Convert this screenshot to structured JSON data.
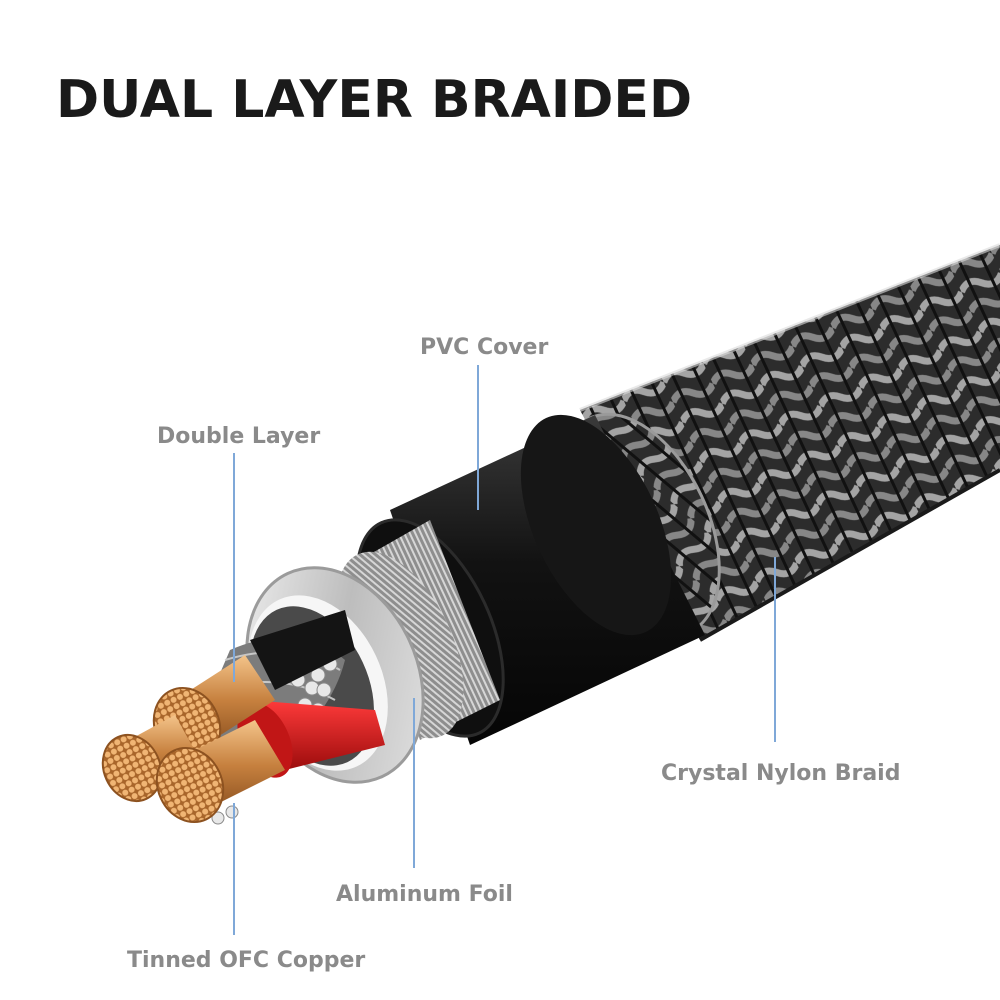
{
  "title": "DUAL LAYER BRAIDED",
  "labels": {
    "pvc_cover": "PVC Cover",
    "double_layer": "Double Layer",
    "crystal_nylon_braid": "Crystal Nylon Braid",
    "aluminum_foil": "Aluminum Foil",
    "tinned_ofc_copper": "Tinned OFC Copper"
  },
  "colors": {
    "title": "#1a1a1a",
    "label_text": "#8a8a8a",
    "leader_line": "#7fa8d8",
    "copper": "#d8914a",
    "red_insulation": "#d71e1e",
    "pvc": "#1c1c1c",
    "braid": "#3a3a3a",
    "foil": "#c9c9c9"
  }
}
